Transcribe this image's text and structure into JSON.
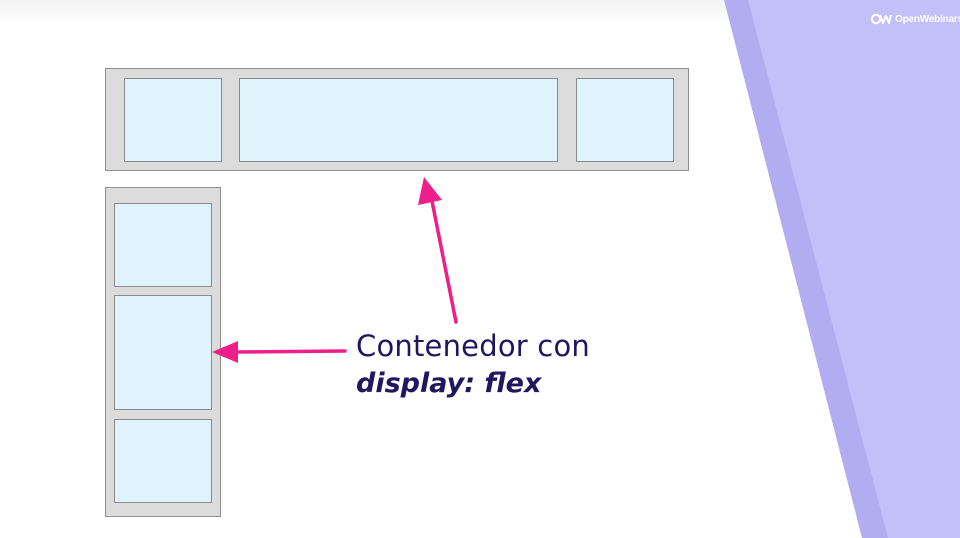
{
  "logo": {
    "text": "OpenWebinars",
    "icon": "openwebinars-logo-icon"
  },
  "caption": {
    "line1": "Contenedor con",
    "line2": "display: flex"
  },
  "colors": {
    "accent_purple": "#c3bff8",
    "accent_purple_dark": "#b2adf0",
    "arrow": "#ee1e8a",
    "text": "#1f1760",
    "container_bg": "#dcdcdc",
    "item_bg": "#dff3fd"
  },
  "diagram": {
    "horizontal_container_items": 3,
    "vertical_container_items": 3
  }
}
